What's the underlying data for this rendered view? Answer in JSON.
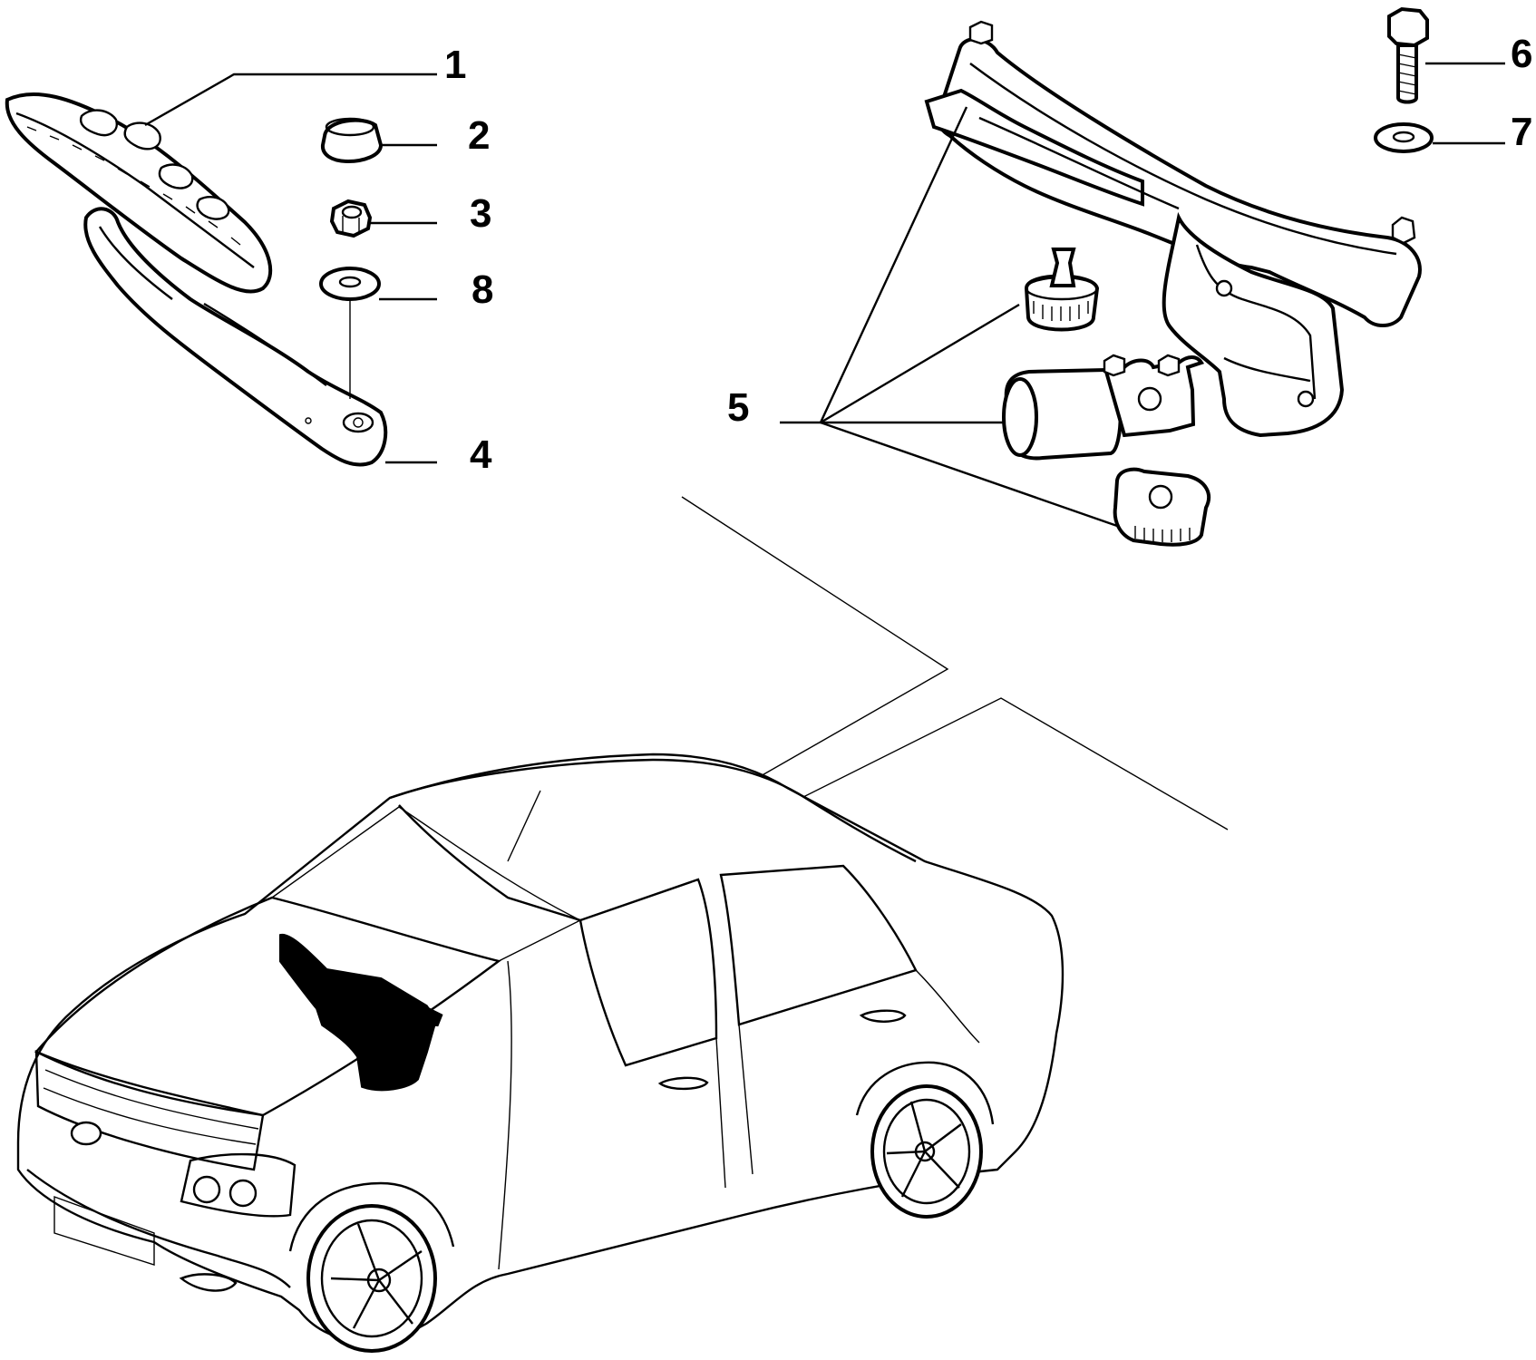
{
  "diagram": {
    "callouts": [
      {
        "id": "1",
        "label": "1",
        "part": "wiper-blade"
      },
      {
        "id": "2",
        "label": "2",
        "part": "cap"
      },
      {
        "id": "3",
        "label": "3",
        "part": "nut"
      },
      {
        "id": "8",
        "label": "8",
        "part": "washer"
      },
      {
        "id": "4",
        "label": "4",
        "part": "wiper-arm"
      },
      {
        "id": "5",
        "label": "5",
        "part": "wiper-linkage-motor-assembly"
      },
      {
        "id": "6",
        "label": "6",
        "part": "bolt"
      },
      {
        "id": "7",
        "label": "7",
        "part": "washer"
      }
    ],
    "colors": {
      "ink": "#000000",
      "paper": "#ffffff"
    }
  }
}
